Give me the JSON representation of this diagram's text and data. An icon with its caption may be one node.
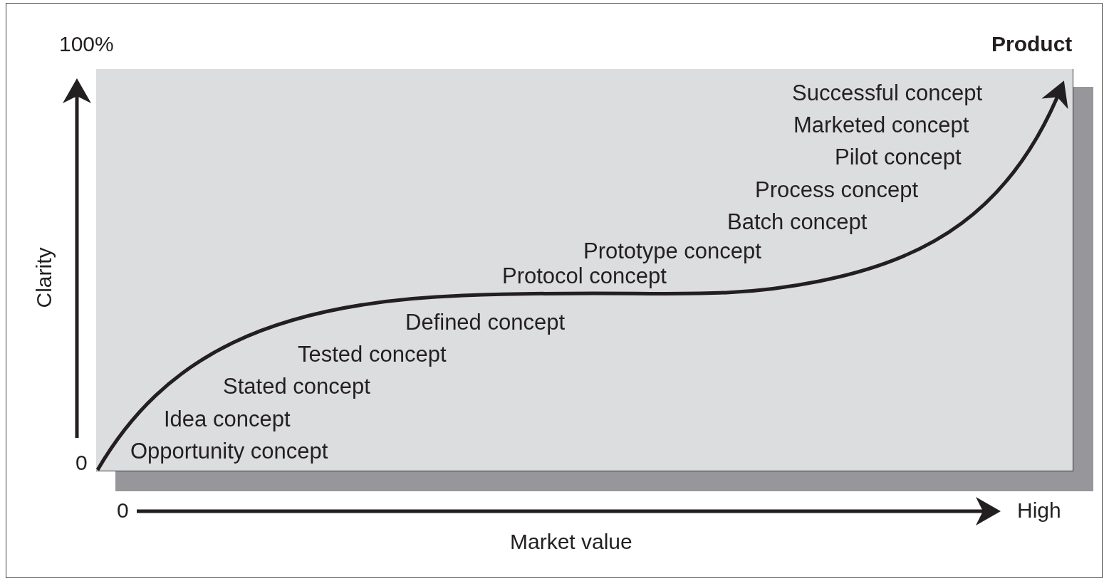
{
  "diagram": {
    "labels": [
      "100%",
      "Product",
      "Successful concept",
      "Marketed concept",
      "Pilot concept",
      "Process concept",
      "Batch concept",
      "Prototype concept",
      "Protocol concept",
      "Clarity",
      "Defined concept",
      "Tested concept",
      "Stated concept",
      "Idea concept",
      "0",
      "Opportunity concept",
      "0",
      "High",
      "Market value"
    ]
  }
}
